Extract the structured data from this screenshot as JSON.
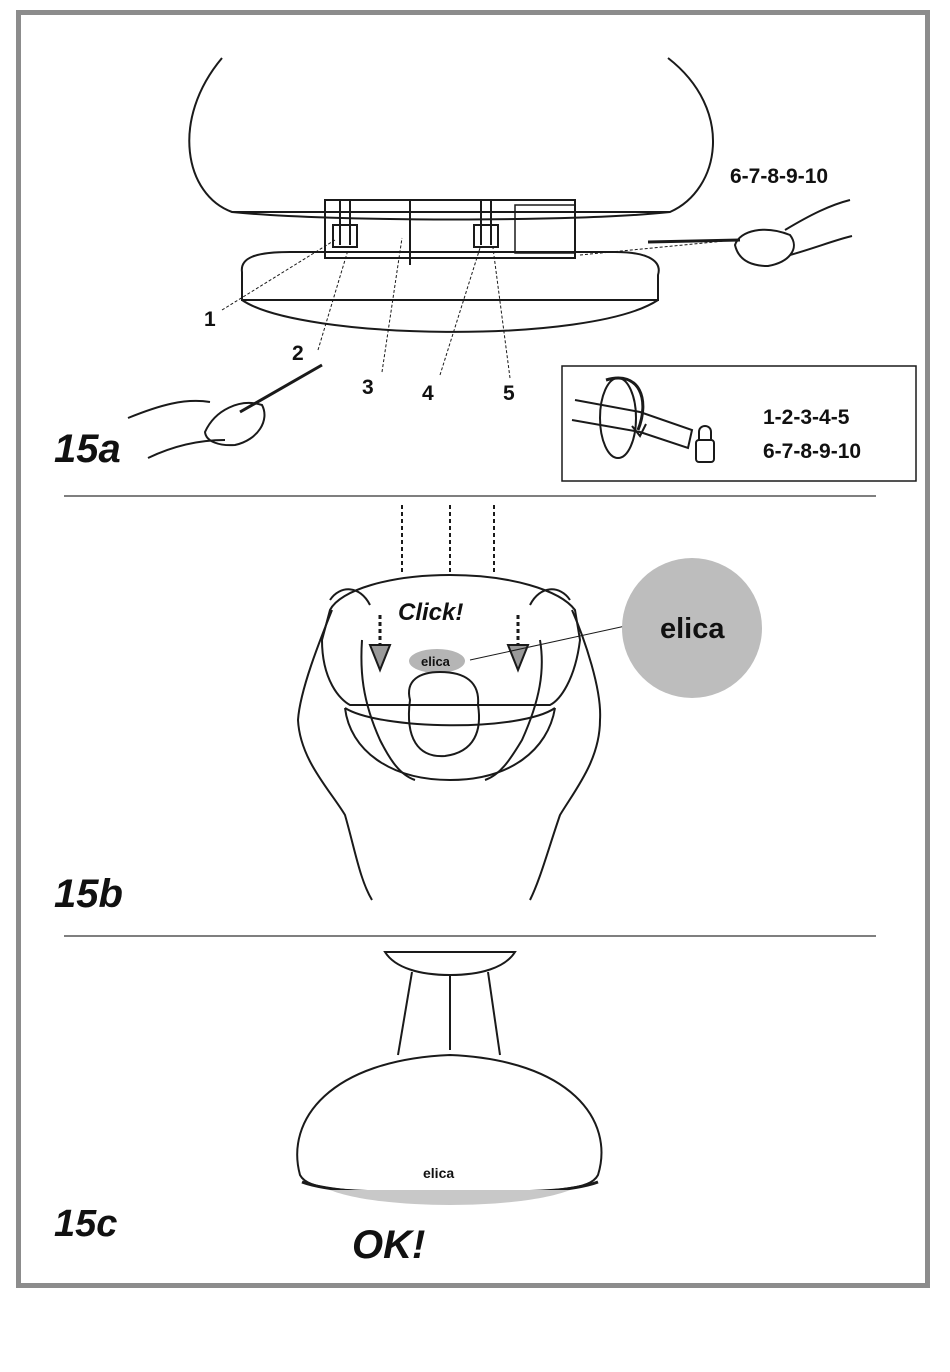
{
  "panel_a": {
    "figure_label": "15a",
    "callouts": [
      "1",
      "2",
      "3",
      "4",
      "5"
    ],
    "screws_label": "6-7-8-9-10",
    "inset": {
      "line1": "1-2-3-4-5",
      "line2": "6-7-8-9-10",
      "icon": "padlock-lock-icon"
    }
  },
  "panel_b": {
    "figure_label": "15b",
    "click_text": "Click!",
    "logo_small": "elica",
    "logo_zoom": "elica"
  },
  "panel_c": {
    "figure_label": "15c",
    "logo": "elica",
    "ok_text": "OK!"
  },
  "colors": {
    "frame": "#8c8c8c",
    "line": "#1a1a1a",
    "zoom_fill": "#bdbdbd",
    "badge_fill": "#b5b5b5"
  }
}
